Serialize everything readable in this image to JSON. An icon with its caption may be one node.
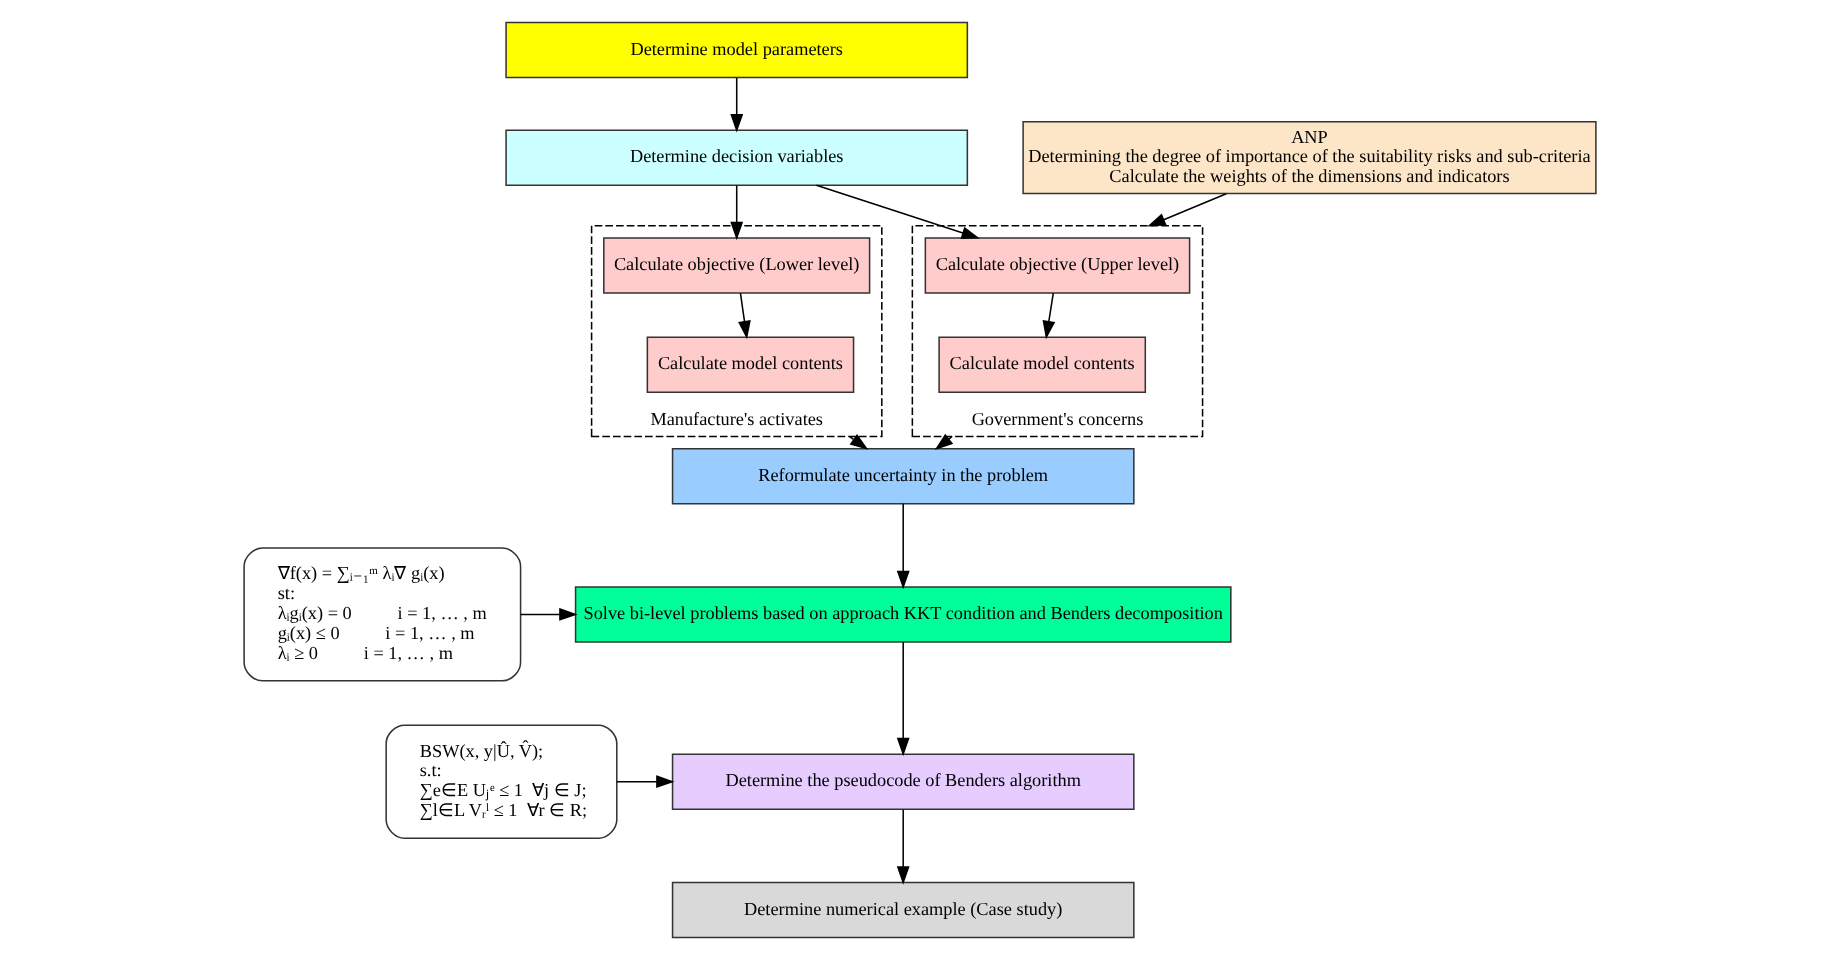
{
  "diagram": {
    "nodes": [
      {
        "text": [
          "Determine model parameters"
        ]
      },
      {
        "text": [
          "Determine decision variables"
        ]
      },
      {
        "text": [
          "Manufacture's activates"
        ]
      },
      {
        "text": [
          "Calculate objective (Lower level)"
        ],
        "in": 2
      },
      {
        "text": [
          "Calculate model contents"
        ],
        "in": 2
      },
      {
        "text": [
          "Government's concerns"
        ]
      },
      {
        "text": [
          "Calculate objective (Upper level)"
        ],
        "in": 5
      },
      {
        "text": [
          "Calculate model contents"
        ],
        "in": 5
      },
      {
        "text": [
          "ANP",
          "Determining the degree of importance of the suitability risks and sub-criteria",
          "Calculate the weights of the dimensions and indicators"
        ]
      },
      {
        "text": [
          "Reformulate uncertainty in the problem"
        ]
      },
      {
        "text": [
          "∇f(x) = ∑ᵢ₋₁ᵐ λᵢ∇ gᵢ(x)",
          "st:",
          "λᵢgᵢ(x) = 0          i = 1, … , m",
          "gᵢ(x) ≤ 0          i = 1, … , m",
          "λᵢ ≥ 0          i = 1, … , m"
        ]
      },
      {
        "text": [
          "Solve bi-level problems based on approach KKT condition and Benders decomposition"
        ]
      },
      {
        "text": [
          "BSW(x, y|Û, V̂);",
          "s.t:",
          "∑e∈E Uⱼᵉ ≤ 1  ∀j ∈ J;",
          "∑l∈L Vᵣˡ ≤ 1  ∀r ∈ R;"
        ]
      },
      {
        "text": [
          "Determine the pseudocode of Benders algorithm"
        ]
      },
      {
        "text": [
          "Determine numerical example (Case study)"
        ]
      }
    ],
    "edges": [
      {
        "from": 0,
        "to": 1,
        "arrow": "to"
      },
      {
        "from": 1,
        "to": 3,
        "arrow": "to"
      },
      {
        "from": 1,
        "to": 6,
        "arrow": "to"
      },
      {
        "from": 3,
        "to": 4,
        "arrow": "to"
      },
      {
        "from": 6,
        "to": 7,
        "arrow": "to"
      },
      {
        "from": 8,
        "to": 5,
        "arrow": "to"
      },
      {
        "from": 2,
        "to": 9,
        "arrow": "to"
      },
      {
        "from": 5,
        "to": 9,
        "arrow": "to"
      },
      {
        "from": 9,
        "to": 11,
        "arrow": "to"
      },
      {
        "from": 10,
        "to": 11,
        "arrow": "to"
      },
      {
        "from": 11,
        "to": 13,
        "arrow": "to"
      },
      {
        "from": 12,
        "to": 13,
        "arrow": "to"
      },
      {
        "from": 13,
        "to": 14,
        "arrow": "to"
      }
    ]
  }
}
